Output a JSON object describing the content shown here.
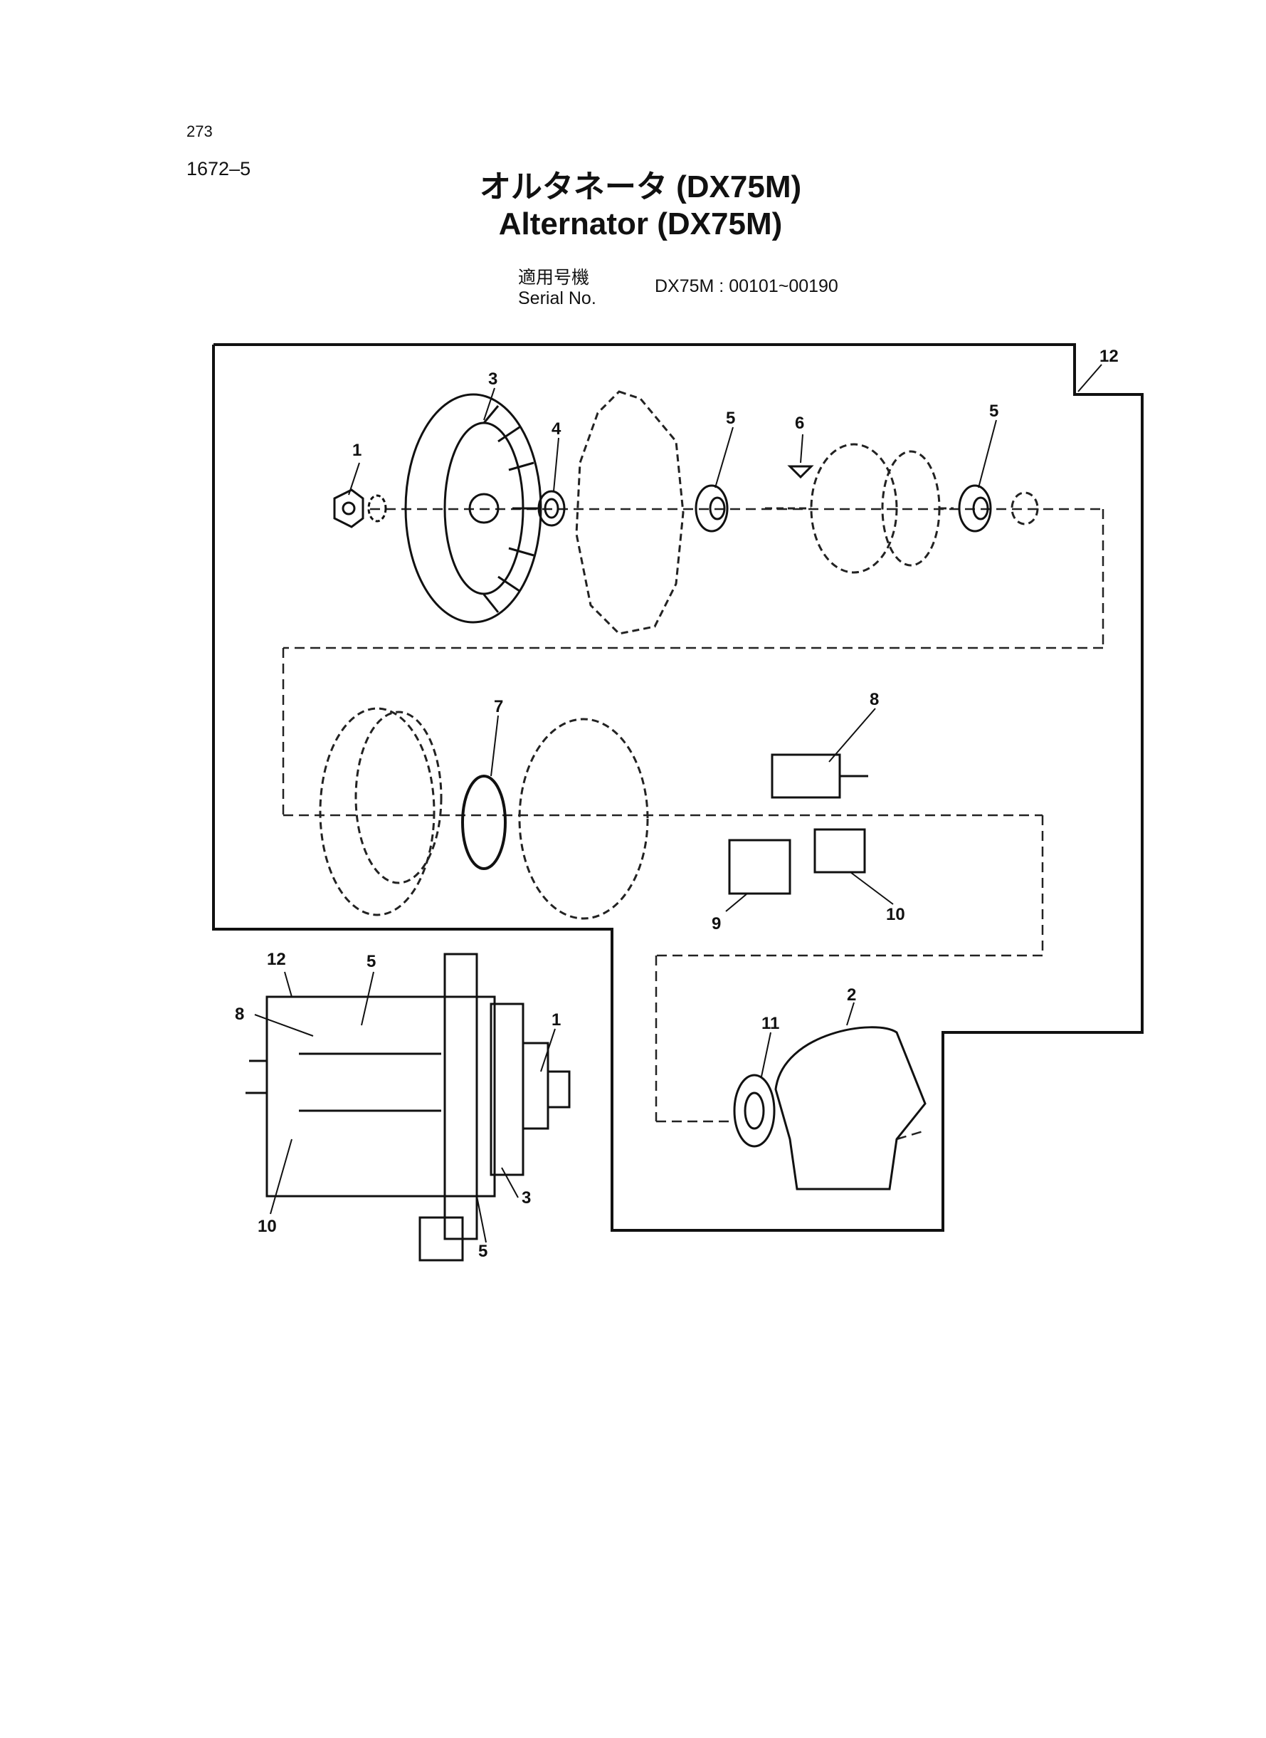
{
  "header": {
    "page_number": "273",
    "figure_code": "1672–5",
    "title_jp": "オルタネータ (DX75M)",
    "title_en": "Alternator (DX75M)",
    "serial_label_jp": "適用号機",
    "serial_label_en": "Serial No.",
    "serial_value": "DX75M : 00101~00190"
  },
  "callouts": [
    "1",
    "2",
    "3",
    "4",
    "5",
    "6",
    "7",
    "8",
    "9",
    "10",
    "11",
    "12"
  ]
}
